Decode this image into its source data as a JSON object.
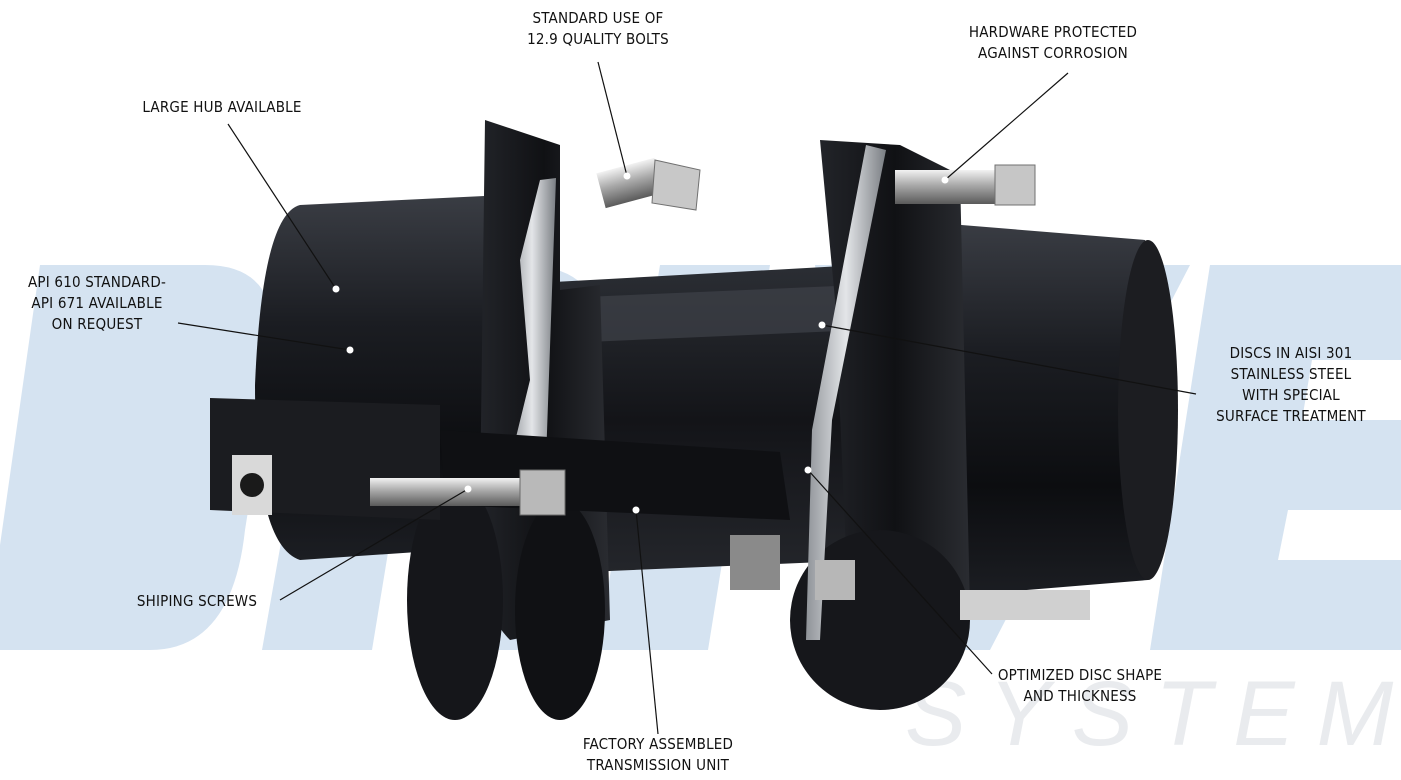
{
  "watermark": {
    "main": "DRIVE",
    "sub": "SYSTEMS",
    "color": "#d8e6f3"
  },
  "callouts": {
    "bolts": [
      "STANDARD USE OF",
      "12.9 QUALITY BOLTS"
    ],
    "hardware": [
      "HARDWARE PROTECTED",
      "AGAINST CORROSION"
    ],
    "hub": [
      "LARGE HUB AVAILABLE"
    ],
    "api": [
      "API 610 STANDARD-",
      "API 671 AVAILABLE",
      "ON REQUEST"
    ],
    "discs": [
      "DISCS IN AISI 301",
      "STAINLESS STEEL",
      "WITH SPECIAL",
      "SURFACE TREATMENT"
    ],
    "screws": [
      "SHIPING SCREWS"
    ],
    "disc_shape": [
      "OPTIMIZED DISC SHAPE",
      "AND THICKNESS"
    ],
    "factory": [
      "FACTORY ASSEMBLED",
      "TRANSMISSION UNIT"
    ]
  }
}
